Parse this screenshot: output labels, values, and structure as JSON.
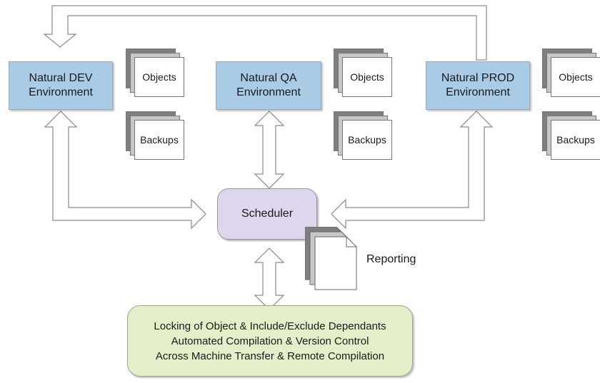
{
  "environments": {
    "dev": {
      "line1": "Natural DEV",
      "line2": "Environment"
    },
    "qa": {
      "line1": "Natural QA",
      "line2": "Environment"
    },
    "prod": {
      "line1": "Natural PROD",
      "line2": "Environment"
    }
  },
  "storage": {
    "objects_label": "Objects",
    "backups_label": "Backups"
  },
  "scheduler": {
    "label": "Scheduler"
  },
  "reporting": {
    "label": "Reporting"
  },
  "features": {
    "lines": [
      "Locking of Object & Include/Exclude Dependants",
      "Automated Compilation & Version Control",
      "Across Machine Transfer & Remote Compilation"
    ]
  },
  "colors": {
    "environment_fill": "#a9cbe6",
    "scheduler_fill": "#ddd6ec",
    "features_fill": "#e3efc9"
  }
}
